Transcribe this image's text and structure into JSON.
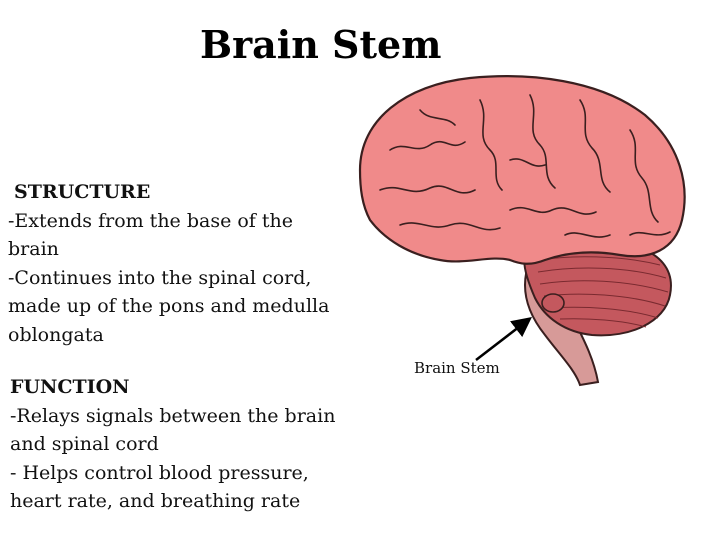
{
  "title": "Brain Stem",
  "structure": {
    "heading": "STRUCTURE",
    "lines": [
      "-Extends from the base of the",
      "brain",
      "-Continues into the spinal cord,",
      "made up of the pons and medulla",
      "oblongata"
    ]
  },
  "function": {
    "heading": "FUNCTION",
    "lines": [
      "-Relays signals between the brain",
      "and spinal cord",
      "- Helps control blood pressure,",
      "heart rate, and breathing rate"
    ]
  },
  "diagram": {
    "label": "Brain Stem",
    "colors": {
      "cerebrum": "#f08a8a",
      "cerebellum": "#c4585e",
      "stem": "#d79a98",
      "outline": "#3a1f1f",
      "arrow": "#000000"
    }
  }
}
